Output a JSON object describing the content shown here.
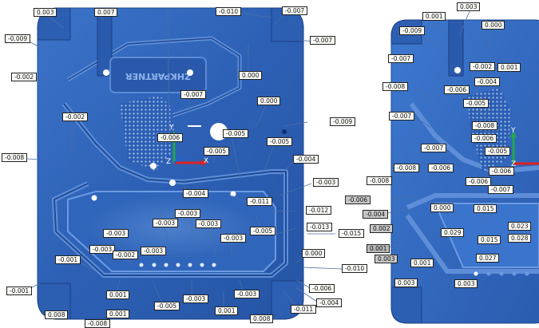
{
  "colors": {
    "part_blue": "#2f63b8",
    "part_dark": "#1d3f86",
    "part_light": "#6f9be0",
    "leader": "#4b6fa8",
    "axis_x": "#e02020",
    "axis_y": "#22a84a",
    "axis_z": "#2060d0",
    "label_bg": "#fbfbf7"
  },
  "left_panel": {
    "embossed_text": "ZHKPARTNER",
    "axis_labels": {
      "x": "X",
      "y": "Y",
      "z": "Z"
    },
    "labels": [
      "0.003",
      "0.007",
      "-0.010",
      "-0.007",
      "-0.009",
      "-0.007",
      "-0.002",
      "0.000",
      "-0.007",
      "0.000",
      "-0.002",
      "-0.009",
      "-0.006",
      "-0.005",
      "-0.005",
      "-0.005",
      "-0.008",
      "-0.004",
      "-0.003",
      "-0.004",
      "-0.011",
      "-0.012",
      "-0.003",
      "-0.003",
      "-0.003",
      "-0.013",
      "-0.005",
      "-0.015",
      "-0.003",
      "-0.003",
      "-0.003",
      "-0.002",
      "-0.003",
      "0.000",
      "-0.001",
      "-0.010",
      "-0.001",
      "0.001",
      "-0.005",
      "-0.003",
      "-0.003",
      "-0.006",
      "-0.004",
      "0.008",
      "-0.008",
      "0.001",
      "0.001",
      "0.008",
      "-0.011"
    ]
  },
  "right_panel": {
    "axis_labels": {
      "y": "Y",
      "z": "Z"
    },
    "labels": [
      "0.003",
      "0.001",
      "0.000",
      "-0.009",
      "-0.007",
      "-0.002",
      "0.001",
      "-0.004",
      "-0.008",
      "-0.006",
      "-0.005",
      "-0.007",
      "-0.008",
      "-0.006",
      "-0.005",
      "-0.007",
      "-0.008",
      "-0.006",
      "-0.006",
      "-0.008",
      "-0.006",
      "-0.007",
      "-0.006",
      "-0.004",
      "0.000",
      "0.015",
      "0.023",
      "0.002",
      "0.029",
      "0.015",
      "0.028",
      "0.001",
      "0.003",
      "0.027",
      "0.001",
      "0.003",
      "0.003"
    ]
  }
}
